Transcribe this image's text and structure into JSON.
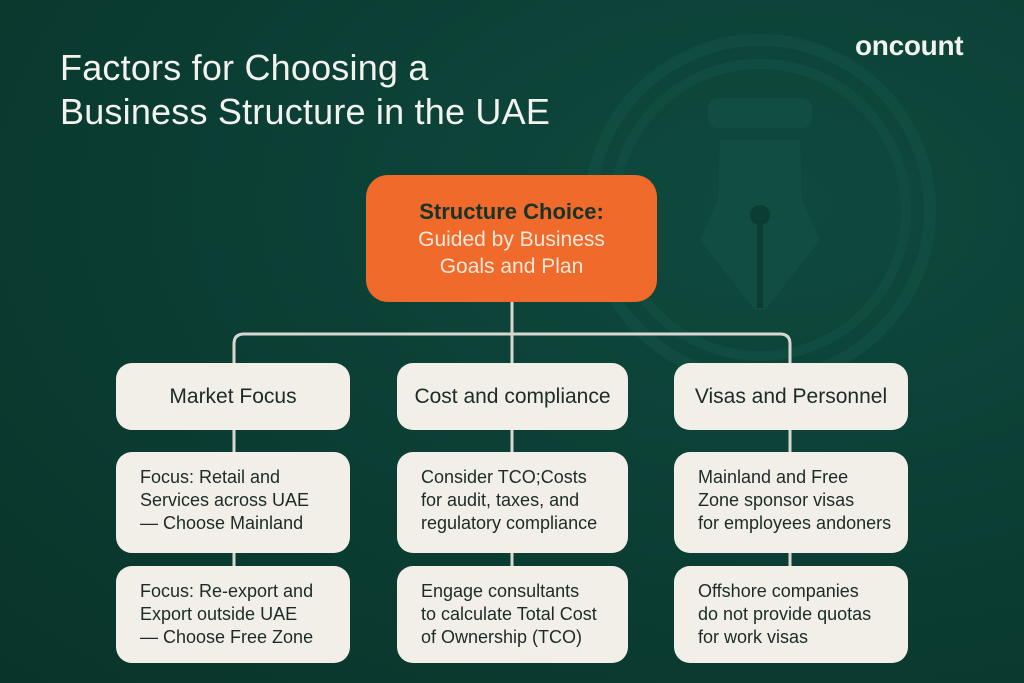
{
  "title": {
    "line1": "Factors for Choosing a",
    "line2": "Business Structure in the UAE"
  },
  "brand": "oncount",
  "watermark_icon": "fountain-pen-nib-icon",
  "colors": {
    "background": "#0b3d33",
    "accent": "#f06a2b",
    "card": "#f1efe8",
    "connector": "#d8d8d0",
    "text_dark": "#1c2b25"
  },
  "root": {
    "heading": "Structure Choice:",
    "sub_line1": "Guided by Business",
    "sub_line2": "Goals and Plan"
  },
  "columns": [
    {
      "header": "Market Focus",
      "items": [
        {
          "lines": [
            "Focus: Retail and",
            "Services across UAE",
            "— Choose Mainland"
          ]
        },
        {
          "lines": [
            "Focus: Re-export and",
            "Export outside UAE",
            "— Choose Free Zone"
          ]
        }
      ]
    },
    {
      "header": "Cost and compliance",
      "items": [
        {
          "lines": [
            "Consider TCO;Costs",
            "for audit, taxes, and",
            "regulatory compliance"
          ]
        },
        {
          "lines": [
            "Engage consultants",
            "to calculate Total Cost",
            "of Ownership (TCO)"
          ]
        }
      ]
    },
    {
      "header": "Visas and Personnel",
      "items": [
        {
          "lines": [
            "Mainland and Free",
            "Zone sponsor visas",
            "for employees andoners"
          ]
        },
        {
          "lines": [
            "Offshore companies",
            "do not provide quotas",
            "for work visas"
          ]
        }
      ]
    }
  ]
}
